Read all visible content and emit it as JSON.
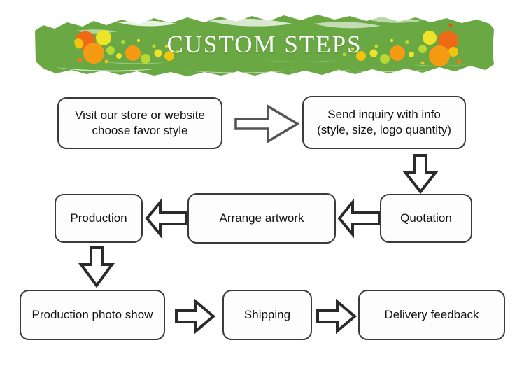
{
  "banner": {
    "title": "CUSTOM STEPS",
    "background_color": "#69a842",
    "text_color": "#ffffff",
    "splatter_colors": [
      "#ef7b18",
      "#e8541a",
      "#f2c40d",
      "#efe32a",
      "#b8d832",
      "#f59a13"
    ]
  },
  "flow": {
    "nodes": [
      {
        "id": "visit",
        "label_line1": "Visit our store or website",
        "label_line2": "choose favor style"
      },
      {
        "id": "inquiry",
        "label_line1": "Send inquiry with info",
        "label_line2": "(style, size, logo quantity)"
      },
      {
        "id": "quotation",
        "label_line1": "Quotation",
        "label_line2": ""
      },
      {
        "id": "artwork",
        "label_line1": "Arrange artwork",
        "label_line2": ""
      },
      {
        "id": "production",
        "label_line1": "Production",
        "label_line2": ""
      },
      {
        "id": "photoshow",
        "label_line1": "Production photo show",
        "label_line2": ""
      },
      {
        "id": "shipping",
        "label_line1": "Shipping",
        "label_line2": ""
      },
      {
        "id": "delivery",
        "label_line1": "Delivery feedback",
        "label_line2": ""
      }
    ],
    "connectors": [
      {
        "id": "visit-to-inquiry",
        "direction": "right"
      },
      {
        "id": "inquiry-to-quotation",
        "direction": "down"
      },
      {
        "id": "quotation-to-artwork",
        "direction": "left"
      },
      {
        "id": "artwork-to-production",
        "direction": "left"
      },
      {
        "id": "production-to-photoshow",
        "direction": "down"
      },
      {
        "id": "photoshow-to-shipping",
        "direction": "right"
      },
      {
        "id": "shipping-to-delivery",
        "direction": "right"
      }
    ],
    "box_border_color": "#3a3a3a",
    "box_fill_color": "#fdfdfd",
    "arrow_outline_color": "#2b2b2b"
  }
}
